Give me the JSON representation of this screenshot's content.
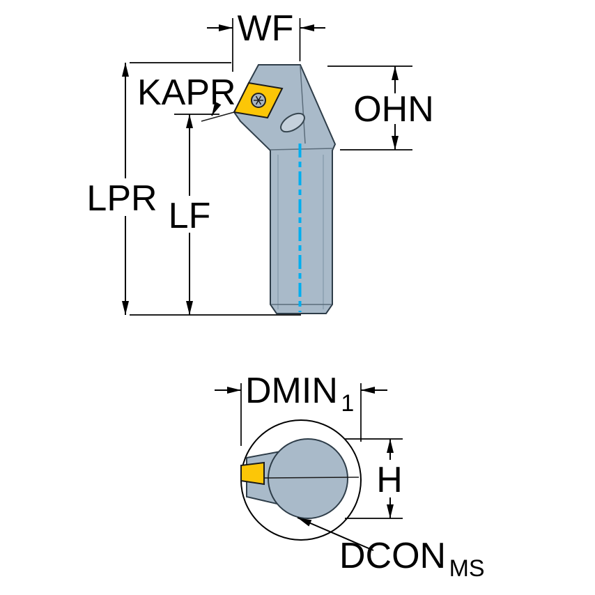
{
  "labels": {
    "wf": "WF",
    "kapr": "KAPR",
    "ohn": "OHN",
    "lpr": "LPR",
    "lf": "LF",
    "dmin": "DMIN",
    "dmin_sub": "1",
    "h": "H",
    "dcon": "DCON",
    "dcon_sub": "MS"
  },
  "colors": {
    "background": "#ffffff",
    "body": "#a9bac9",
    "body_edge": "#2e3d49",
    "insert": "#fcc607",
    "screw": "#aab6c2",
    "hole": "#c5d1dc",
    "centerline": "#00aeef",
    "dimension": "#000000"
  }
}
